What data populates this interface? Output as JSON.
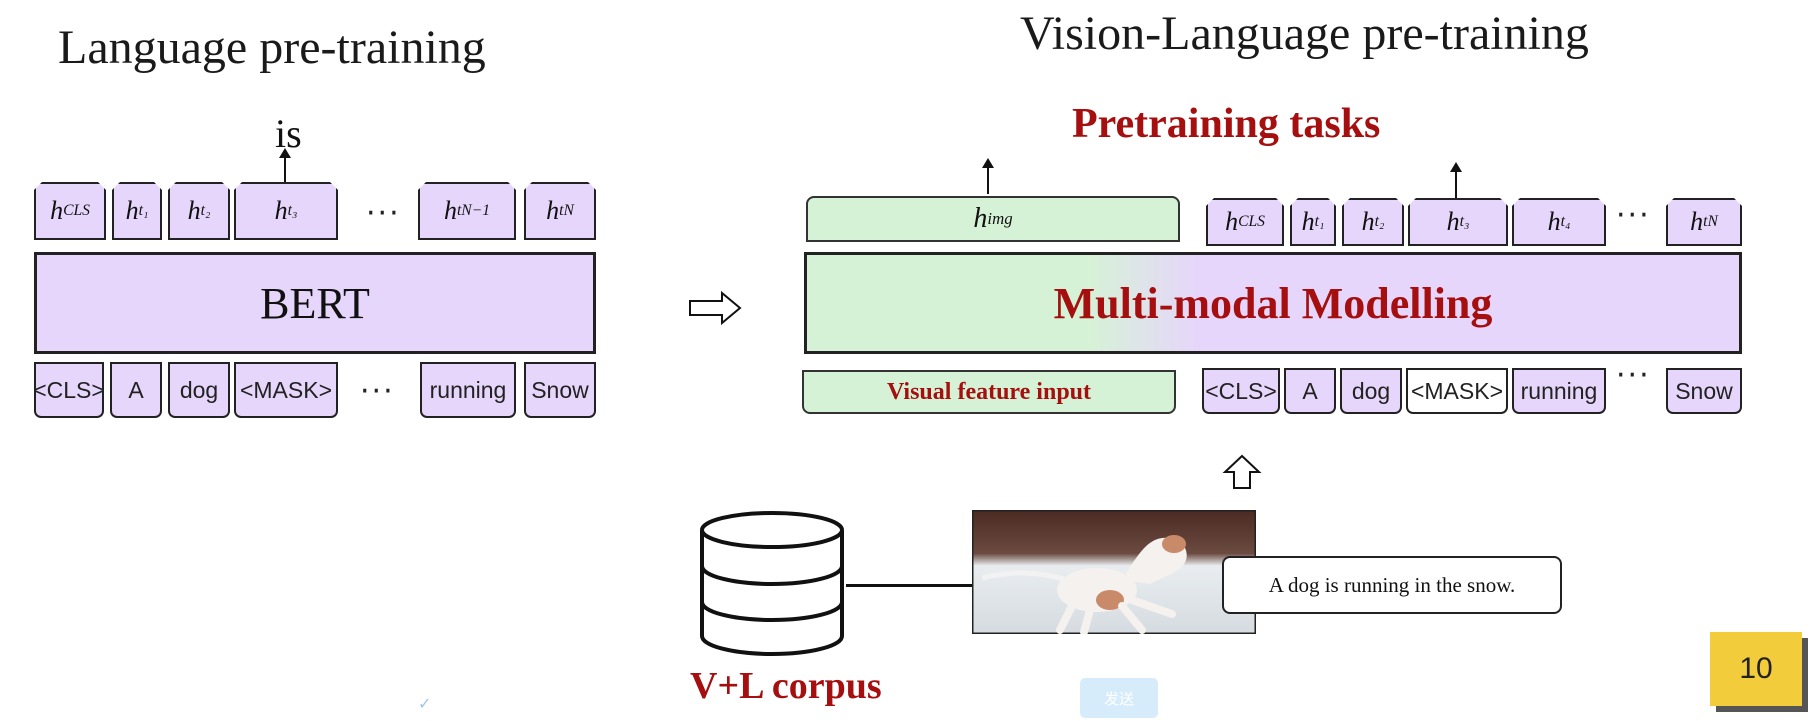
{
  "left": {
    "title": "Language pre-training",
    "predicted_word": "is",
    "model_label": "BERT",
    "hidden_tokens": [
      {
        "base": "h",
        "sub": "CLS"
      },
      {
        "base": "h",
        "sub": "t₁"
      },
      {
        "base": "h",
        "sub": "t₂"
      },
      {
        "base": "h",
        "sub": "t₃"
      },
      {
        "base": "h",
        "sub": "tN−1"
      },
      {
        "base": "h",
        "sub": "tN"
      }
    ],
    "input_tokens": [
      "<CLS>",
      "A",
      "dog",
      "<MASK>",
      "running",
      "Snow"
    ],
    "ellipsis": "···"
  },
  "right": {
    "title": "Vision-Language pre-training",
    "tasks_label": "Pretraining tasks",
    "model_label": "Multi-modal Modelling",
    "img_hidden": {
      "base": "h",
      "sub": "img"
    },
    "visual_input_label": "Visual feature input",
    "hidden_tokens": [
      {
        "base": "h",
        "sub": "CLS"
      },
      {
        "base": "h",
        "sub": "t₁"
      },
      {
        "base": "h",
        "sub": "t₂"
      },
      {
        "base": "h",
        "sub": "t₃"
      },
      {
        "base": "h",
        "sub": "t₄"
      },
      {
        "base": "h",
        "sub": "tN"
      }
    ],
    "input_tokens": [
      "<CLS>",
      "A",
      "dog",
      "<MASK>",
      "running",
      "Snow"
    ],
    "ellipsis": "···",
    "corpus_label": "V+L corpus",
    "caption": "A dog is running in the snow."
  },
  "overlay": {
    "send_button": "发送",
    "page_number": "10"
  },
  "colors": {
    "token_fill": "#e6d6fb",
    "visual_fill": "#d6f2d6",
    "accent_red": "#a50f0f",
    "page_badge": "#f3cc3c"
  }
}
